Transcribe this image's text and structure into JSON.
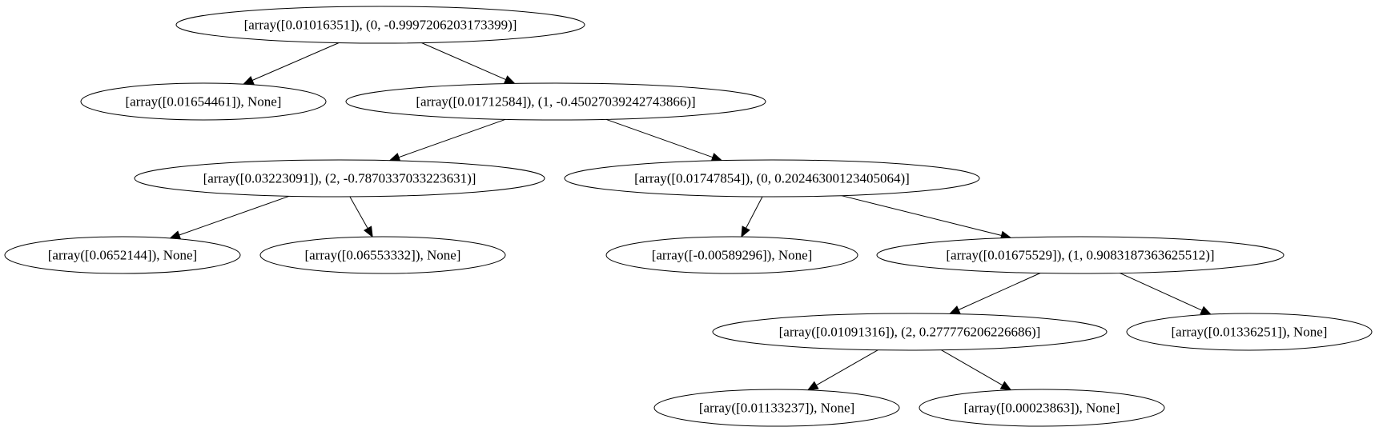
{
  "tree": {
    "nodes": [
      {
        "id": "n0",
        "label": "[array([0.01016351]), (0, -0.9997206203173399)]"
      },
      {
        "id": "n1",
        "label": "[array([0.01654461]), None]"
      },
      {
        "id": "n2",
        "label": "[array([0.01712584]), (1, -0.45027039242743866)]"
      },
      {
        "id": "n3",
        "label": "[array([0.03223091]), (2, -0.7870337033223631)]"
      },
      {
        "id": "n4",
        "label": "[array([0.01747854]), (0, 0.20246300123405064)]"
      },
      {
        "id": "n5",
        "label": "[array([0.0652144]), None]"
      },
      {
        "id": "n6",
        "label": "[array([0.06553332]), None]"
      },
      {
        "id": "n7",
        "label": "[array([-0.00589296]), None]"
      },
      {
        "id": "n8",
        "label": "[array([0.01675529]), (1, 0.9083187363625512)]"
      },
      {
        "id": "n9",
        "label": "[array([0.01091316]), (2, 0.277776206226686)]"
      },
      {
        "id": "n10",
        "label": "[array([0.01336251]), None]"
      },
      {
        "id": "n11",
        "label": "[array([0.01133237]), None]"
      },
      {
        "id": "n12",
        "label": "[array([0.00023863]), None]"
      }
    ],
    "edges": [
      {
        "from": "n0",
        "to": "n1"
      },
      {
        "from": "n0",
        "to": "n2"
      },
      {
        "from": "n2",
        "to": "n3"
      },
      {
        "from": "n2",
        "to": "n4"
      },
      {
        "from": "n3",
        "to": "n5"
      },
      {
        "from": "n3",
        "to": "n6"
      },
      {
        "from": "n4",
        "to": "n7"
      },
      {
        "from": "n4",
        "to": "n8"
      },
      {
        "from": "n8",
        "to": "n9"
      },
      {
        "from": "n8",
        "to": "n10"
      },
      {
        "from": "n9",
        "to": "n11"
      },
      {
        "from": "n9",
        "to": "n12"
      }
    ]
  }
}
